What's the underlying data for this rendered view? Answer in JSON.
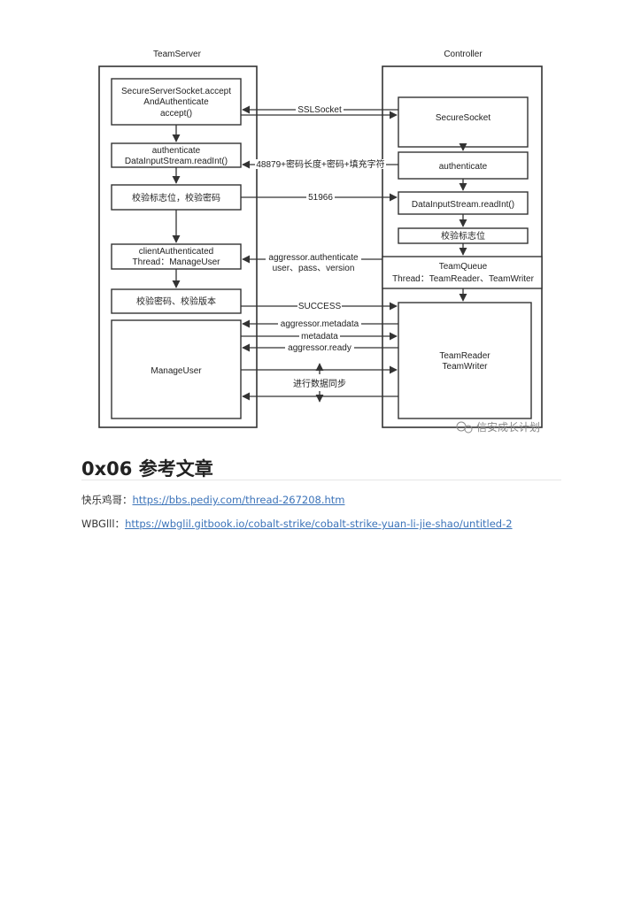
{
  "diagram": {
    "col_left": "TeamServer",
    "col_right": "Controller",
    "left": {
      "b1": [
        "SecureServerSocket.accept",
        "AndAuthenticate",
        "accept()"
      ],
      "b2": [
        "authenticate",
        "DataInputStream.readInt()"
      ],
      "b3": "校验标志位，校验密码",
      "b4": [
        "clientAuthenticated",
        "Thread：ManageUser"
      ],
      "b5": "校验密码、校验版本",
      "b6": "ManageUser"
    },
    "right": {
      "b1": "SecureSocket",
      "b2": "authenticate",
      "b3": "DataInputStream.readInt()",
      "b4": "校验标志位",
      "b5": [
        "TeamQueue",
        "Thread：TeamReader、TeamWriter"
      ],
      "b6": [
        "TeamReader",
        "TeamWriter"
      ]
    },
    "messages": {
      "m1": "SSLSocket",
      "m2": "48879+密码长度+密码+填充字符",
      "m3": "51966",
      "m4": [
        "aggressor.authenticate",
        "user、pass、version"
      ],
      "m5": "SUCCESS",
      "m6": "aggressor.metadata",
      "m7": "metadata",
      "m8": "aggressor.ready",
      "m9": "进行数据同步"
    },
    "watermark": "信安成长计划"
  },
  "section": {
    "title": "0x06 参考文章",
    "refs": [
      {
        "label": "快乐鸡哥：",
        "url": "https://bbs.pediy.com/thread-267208.htm"
      },
      {
        "label": "WBGlll：",
        "url": "https://wbglil.gitbook.io/cobalt-strike/cobalt-strike-yuan-li-jie-shao/untitled-2"
      }
    ]
  }
}
